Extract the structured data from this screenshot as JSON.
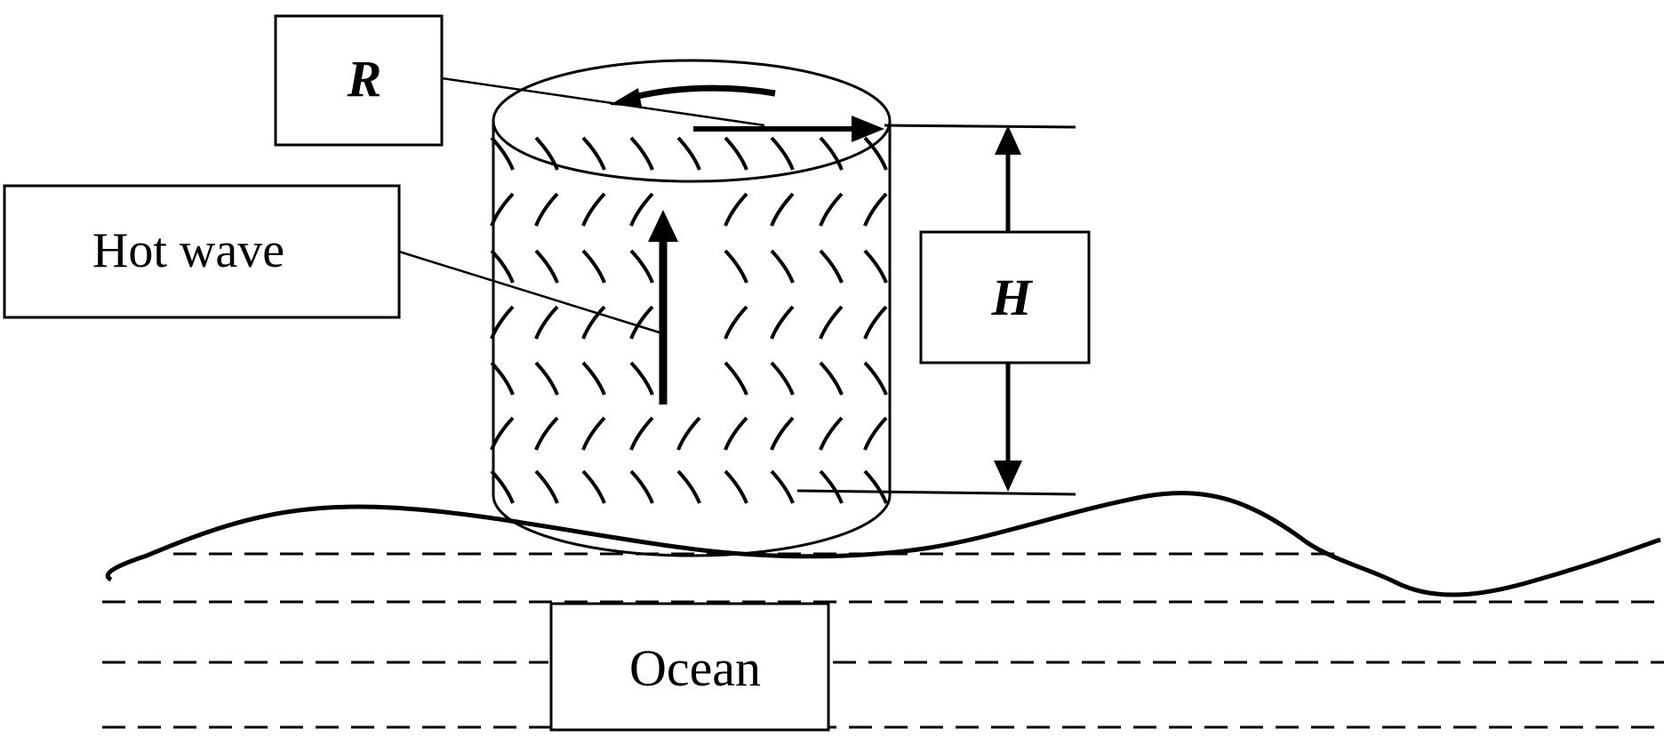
{
  "labels": {
    "radius": "R",
    "hot_wave": "Hot wave",
    "height": "H",
    "ocean": "Ocean"
  }
}
